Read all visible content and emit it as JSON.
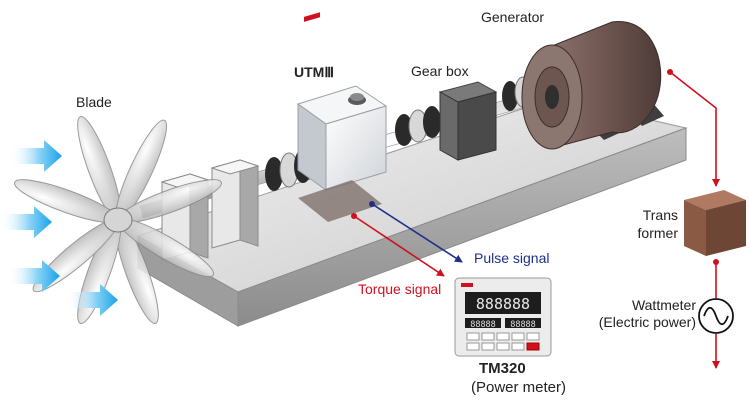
{
  "labels": {
    "generator": "Generator",
    "gear_box": "Gear box",
    "utm": "UTMⅢ",
    "blade": "Blade",
    "transformer_line1": "Trans",
    "transformer_line2": "former",
    "wattmeter_line1": "Wattmeter",
    "wattmeter_line2": "(Electric power)",
    "pulse_signal": "Pulse signal",
    "torque_signal": "Torque signal",
    "tm_model": "TM320",
    "tm_desc": "(Power meter)"
  },
  "meter": {
    "display_top": "888888",
    "display_bottom_left": "88888",
    "display_bottom_right": "88888"
  },
  "colors": {
    "torque_line": "#d0101e",
    "pulse_line": "#1f2f8a",
    "power_line": "#d0101e",
    "wind_arrow": "#18a3e8",
    "transformer": "#8a5a45",
    "generator": "#6e5550"
  },
  "icons": {
    "wattmeter": "ac-sine-icon"
  }
}
